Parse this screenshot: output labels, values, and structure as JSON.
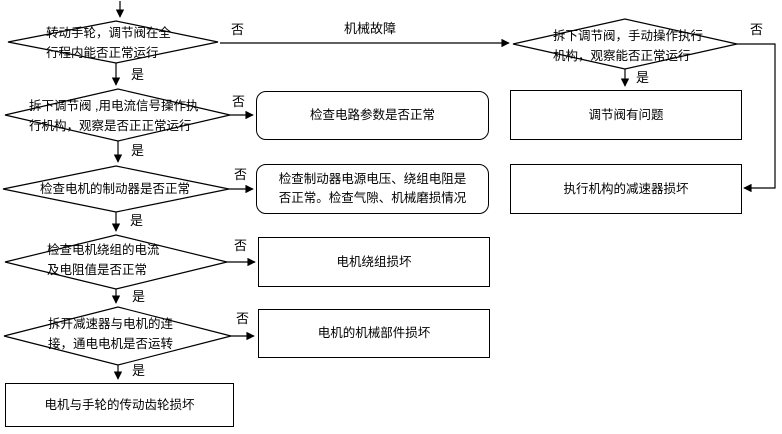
{
  "edge_labels": {
    "yes": "是",
    "no": "否",
    "mechanical_fault": "机械故障"
  },
  "nodes": {
    "q_handwheel": {
      "text": "转动手轮，调节阀在全\n行程内能否正常运行"
    },
    "q_current_signal": {
      "text": "拆下调节阀 ,用电流信号操作执\n行机构，观察是否正正常运行"
    },
    "q_brake": {
      "text": "检查电机的制动器是否正常"
    },
    "q_winding": {
      "text": "检查电机绕组的电流\n及电阻值是否正常"
    },
    "q_motor_run": {
      "text": "拆开减速器与电机的连\n接，通电电机是否运转"
    },
    "q_manual_actuator": {
      "text": "拆下调节阀，手动操作执行\n机构，观察能否正常运行"
    },
    "a_check_circuit": {
      "text": "检查电路参数是否正常"
    },
    "a_check_brake": {
      "text": "检查制动器电源电压、绕组电阻是\n否正常。检查气隙、机械磨损情况"
    },
    "a_winding_damaged": {
      "text": "电机绕组损坏"
    },
    "a_motor_mech_damaged": {
      "text": "电机的机械部件损坏"
    },
    "a_valve_problem": {
      "text": "调节阀有问题"
    },
    "a_reducer_damaged": {
      "text": "执行机构的减速器损坏"
    },
    "a_gear_damaged": {
      "text": "电机与手轮的传动齿轮损坏"
    }
  },
  "colors": {
    "line": "#000000",
    "background": "#ffffff"
  }
}
